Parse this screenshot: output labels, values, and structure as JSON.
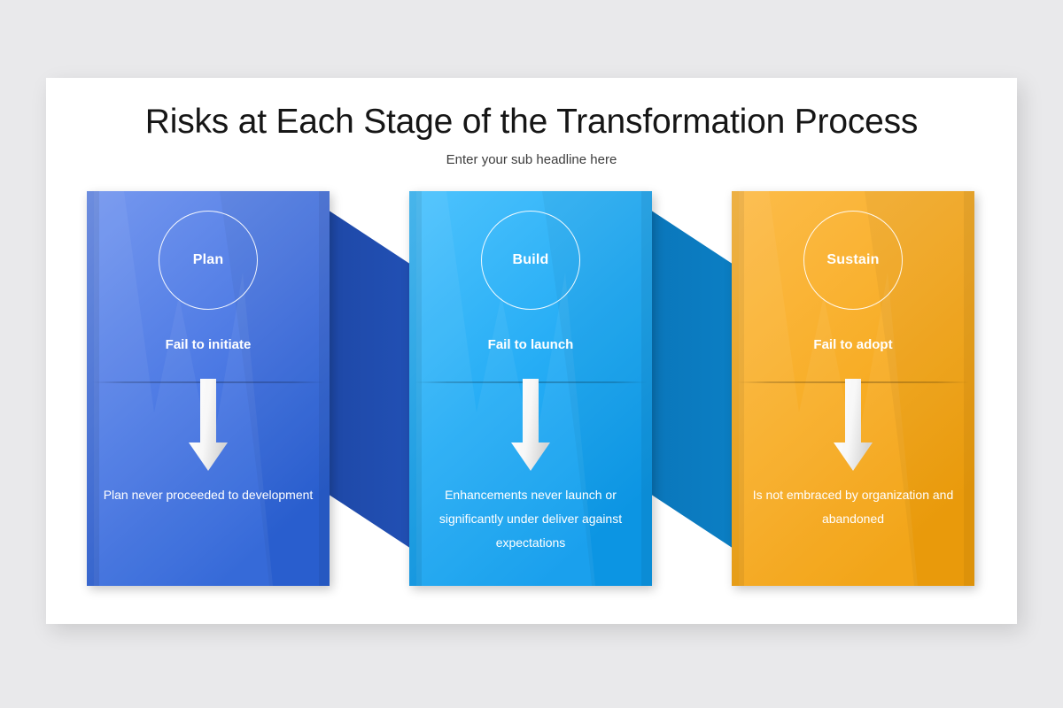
{
  "slide": {
    "title": "Risks at Each Stage of the Transformation Process",
    "subtitle": "Enter your sub headline here",
    "background_color": "#e9e9eb",
    "panel_color": "#ffffff"
  },
  "stages": [
    {
      "badge_label": "Plan",
      "risk_title": "Fail to initiate",
      "description": "Plan never proceeded to development",
      "color_top": "#6f93ec",
      "color_bottom": "#2f66d8",
      "connector_color": "#1f4bab",
      "arrow_icon": "down-arrow-icon"
    },
    {
      "badge_label": "Build",
      "risk_title": "Fail to launch",
      "description": "Enhancements never launch or significantly under deliver against expectations",
      "color_top": "#46bdfb",
      "color_bottom": "#10a0f0",
      "connector_color": "#0b7ac0",
      "arrow_icon": "down-arrow-icon"
    },
    {
      "badge_label": "Sustain",
      "risk_title": "Fail to adopt",
      "description": "Is not embraced by organization and abandoned",
      "color_top": "#fbb63c",
      "color_bottom": "#f3a111",
      "connector_color": "",
      "arrow_icon": "down-arrow-icon"
    }
  ]
}
